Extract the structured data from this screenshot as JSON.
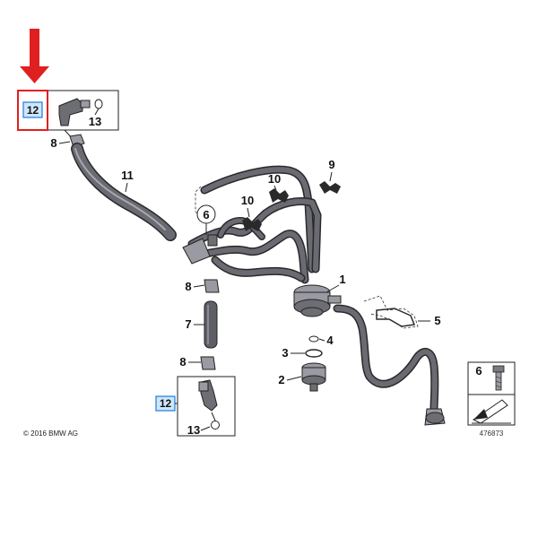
{
  "diagram": {
    "callouts": {
      "p1": "1",
      "p2": "2",
      "p3": "3",
      "p4": "4",
      "p5": "5",
      "p6": "6",
      "p7": "7",
      "p8a": "8",
      "p8b": "8",
      "p8c": "8",
      "p9": "9",
      "p10a": "10",
      "p10b": "10",
      "p11": "11",
      "p12a": "12",
      "p12b": "12",
      "p13a": "13",
      "p13b": "13",
      "p6legend": "6"
    },
    "copyright": "© 2016 BMW AG",
    "reference_number": "476873",
    "highlight_color": "#e02020",
    "highlight_box_color": "#1a7be0",
    "arrow_color": "#e02020"
  }
}
